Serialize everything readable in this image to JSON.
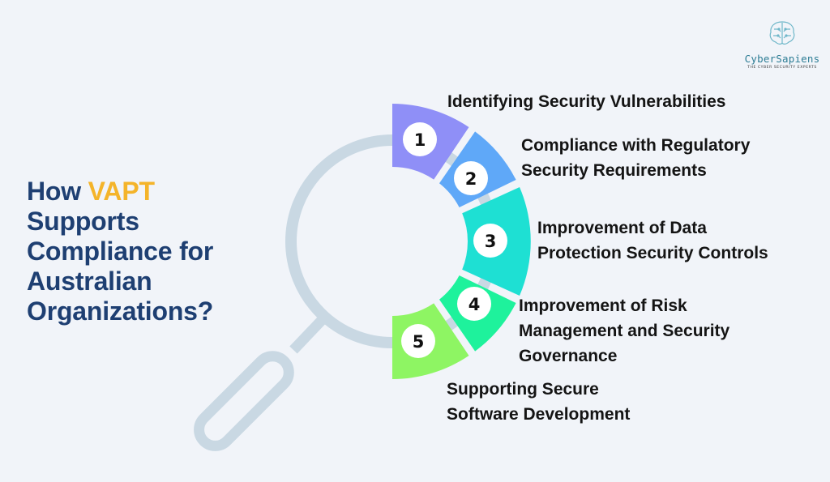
{
  "logo": {
    "brand": "CyberSapiens",
    "tagline": "THE CYBER SECURITY EXPERTS",
    "icon": "brain-circuit-icon"
  },
  "headline": {
    "line1_prefix": "How ",
    "line1_accent": "VAPT",
    "line2": "Supports",
    "line3": "Compliance for",
    "line4": "Australian",
    "line5": "Organizations?"
  },
  "colors": {
    "background": "#f1f4f9",
    "headline": "#1e3f72",
    "accent": "#f4b42a",
    "magnifier": "#c9d8e3",
    "segments": [
      "#8f8ff7",
      "#5fa8f8",
      "#1ee0d3",
      "#1ef29c",
      "#8ef563"
    ]
  },
  "items": [
    {
      "number": "1",
      "lines": [
        "Identifying Security Vulnerabilities"
      ]
    },
    {
      "number": "2",
      "lines": [
        "Compliance with Regulatory",
        "Security Requirements"
      ]
    },
    {
      "number": "3",
      "lines": [
        "Improvement of Data",
        "Protection Security Controls"
      ]
    },
    {
      "number": "4",
      "lines": [
        "Improvement of Risk",
        "Management and Security",
        "Governance"
      ]
    },
    {
      "number": "5",
      "lines": [
        "Supporting Secure",
        "Software Development"
      ]
    }
  ]
}
